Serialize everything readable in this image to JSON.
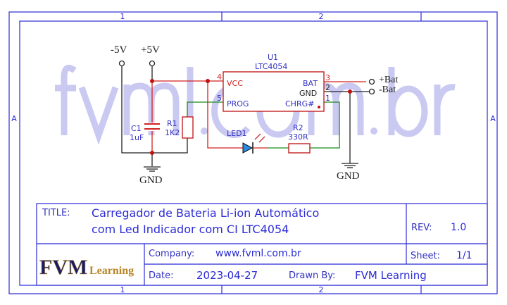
{
  "watermark": "fvml.com.br",
  "border": {
    "col1": "1",
    "col2": "2",
    "row": "A"
  },
  "schematic": {
    "neg5v": "-5V",
    "pos5v": "+5V",
    "gnd_left": "GND",
    "gnd_right": "GND",
    "c1_ref": "C1",
    "c1_val": "1uF",
    "r1_ref": "R1",
    "r1_val": "1K2",
    "u1_ref": "U1",
    "u1_val": "LTC4054",
    "pin4": "4",
    "pin5": "5",
    "pin3": "3",
    "pin2": "2",
    "pin1": "1",
    "vcc": "VCC",
    "prog": "PROG",
    "bat": "BAT",
    "gnd": "GND",
    "chrg": "CHRG#",
    "led_ref": "LED1",
    "r2_ref": "R2",
    "r2_val": "330R",
    "bat_pos": "+Bat",
    "bat_neg": "-Bat"
  },
  "title_block": {
    "title_label": "TITLE:",
    "title_line1": "Carregador de Bateria Li-ion Automático",
    "title_line2": "com Led Indicador com CI LTC4054",
    "rev_label": "REV:",
    "rev": "1.0",
    "logo_main": "FVM",
    "logo_sub": "Learning",
    "company_label": "Company:",
    "company": "www.fvml.com.br",
    "sheet_label": "Sheet:",
    "sheet": "1/1",
    "date_label": "Date:",
    "date": "2023-04-27",
    "drawn_label": "Drawn By:",
    "drawn": "FVM Learning"
  },
  "colors": {
    "frame": "#2b2bd6",
    "wire_red": "#d42020",
    "wire_green": "#1a8a1a",
    "text_blue": "#3030c0",
    "watermark": "#c8c8f0"
  }
}
